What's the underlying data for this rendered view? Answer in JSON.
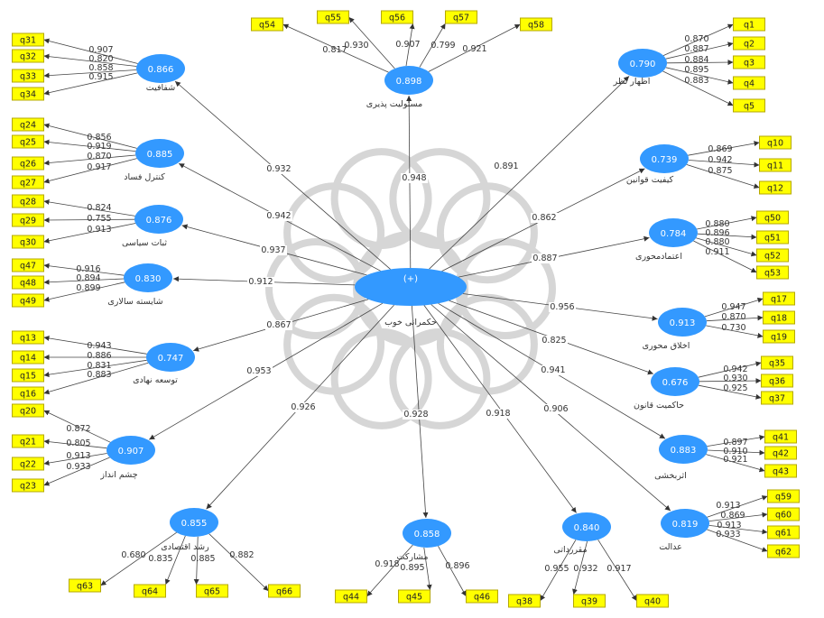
{
  "center": {
    "value": "(+)",
    "label": "حکمرانی خوب"
  },
  "constructs": [
    {
      "id": "c1",
      "value": "0.866",
      "label": "شفافیت",
      "path": "0.932",
      "items": [
        {
          "name": "q31",
          "loading": "0.907"
        },
        {
          "name": "q32",
          "loading": "0.820"
        },
        {
          "name": "q33",
          "loading": "0.858"
        },
        {
          "name": "q34",
          "loading": "0.915"
        }
      ]
    },
    {
      "id": "c2",
      "value": "0.885",
      "label": "کنترل فساد",
      "path": "0.942",
      "items": [
        {
          "name": "q24",
          "loading": "0.856"
        },
        {
          "name": "q25",
          "loading": "0.919"
        },
        {
          "name": "q26",
          "loading": "0.870"
        },
        {
          "name": "q27",
          "loading": "0.917"
        }
      ]
    },
    {
      "id": "c3",
      "value": "0.876",
      "label": "ثبات سیاسی",
      "path": "0.937",
      "items": [
        {
          "name": "q28",
          "loading": "0.824"
        },
        {
          "name": "q29",
          "loading": "0.755"
        },
        {
          "name": "q30",
          "loading": "0.913"
        }
      ]
    },
    {
      "id": "c4",
      "value": "0.830",
      "label": "شایسته سالاری",
      "path": "0.912",
      "items": [
        {
          "name": "q47",
          "loading": "0.916"
        },
        {
          "name": "q48",
          "loading": "0.894"
        },
        {
          "name": "q49",
          "loading": "0.899"
        }
      ]
    },
    {
      "id": "c5",
      "value": "0.747",
      "label": "توسعه نهادی",
      "path": "0.867",
      "items": [
        {
          "name": "q13",
          "loading": "0.943"
        },
        {
          "name": "q14",
          "loading": "0.886"
        },
        {
          "name": "q15",
          "loading": "0.831"
        },
        {
          "name": "q16",
          "loading": "0.883"
        }
      ]
    },
    {
      "id": "c6",
      "value": "0.907",
      "label": "چشم انداز",
      "path": "0.953",
      "items": [
        {
          "name": "q20",
          "loading": "0.872"
        },
        {
          "name": "q21",
          "loading": "0.805"
        },
        {
          "name": "q22",
          "loading": "0.913"
        },
        {
          "name": "q23",
          "loading": "0.933"
        }
      ]
    },
    {
      "id": "c7",
      "value": "0.855",
      "label": "رشد اقتصادی",
      "path": "0.926",
      "items": [
        {
          "name": "q63",
          "loading": "0.680"
        },
        {
          "name": "q64",
          "loading": "0.835"
        },
        {
          "name": "q65",
          "loading": "0.885"
        },
        {
          "name": "q66",
          "loading": "0.882"
        }
      ]
    },
    {
      "id": "c8",
      "value": "0.858",
      "label": "مشارکت",
      "path": "0.928",
      "items": [
        {
          "name": "q44",
          "loading": "0.918"
        },
        {
          "name": "q45",
          "loading": "0.895"
        },
        {
          "name": "q46",
          "loading": "0.896"
        }
      ]
    },
    {
      "id": "c9",
      "value": "0.840",
      "label": "مقررداتی",
      "path": "0.918",
      "items": [
        {
          "name": "q38",
          "loading": "0.955"
        },
        {
          "name": "q39",
          "loading": "0.932"
        },
        {
          "name": "q40",
          "loading": "0.917"
        }
      ]
    },
    {
      "id": "c10",
      "value": "0.819",
      "label": "عدالت",
      "path": "0.906",
      "items": [
        {
          "name": "q59",
          "loading": "0.913"
        },
        {
          "name": "q60",
          "loading": "0.869"
        },
        {
          "name": "q61",
          "loading": "0.913"
        },
        {
          "name": "q62",
          "loading": "0.933"
        }
      ]
    },
    {
      "id": "c11",
      "value": "0.883",
      "label": "اثربخشی",
      "path": "0.941",
      "items": [
        {
          "name": "q41",
          "loading": "0.897"
        },
        {
          "name": "q42",
          "loading": "0.910"
        },
        {
          "name": "q43",
          "loading": "0.921"
        }
      ]
    },
    {
      "id": "c12",
      "value": "0.676",
      "label": "حاکمیت قانون",
      "path": "0.825",
      "items": [
        {
          "name": "q35",
          "loading": "0.942"
        },
        {
          "name": "q36",
          "loading": "0.930"
        },
        {
          "name": "q37",
          "loading": "0.925"
        }
      ]
    },
    {
      "id": "c13",
      "value": "0.913",
      "label": "اخلاق محوری",
      "path": "0.956",
      "items": [
        {
          "name": "q17",
          "loading": "0.947"
        },
        {
          "name": "q18",
          "loading": "0.870"
        },
        {
          "name": "q19",
          "loading": "0.730"
        }
      ]
    },
    {
      "id": "c14",
      "value": "0.784",
      "label": "اعتمادمحوری",
      "path": "0.887",
      "items": [
        {
          "name": "q50",
          "loading": "0.880"
        },
        {
          "name": "q51",
          "loading": "0.896"
        },
        {
          "name": "q52",
          "loading": "0.880"
        },
        {
          "name": "q53",
          "loading": "0.911"
        }
      ]
    },
    {
      "id": "c15",
      "value": "0.739",
      "label": "کیفیت قوانین",
      "path": "0.862",
      "items": [
        {
          "name": "q10",
          "loading": "0.869"
        },
        {
          "name": "q11",
          "loading": "0.942"
        },
        {
          "name": "q12",
          "loading": "0.875"
        }
      ]
    },
    {
      "id": "c16",
      "value": "0.790",
      "label": "اظهار نظر",
      "path": "0.891",
      "items": [
        {
          "name": "q1",
          "loading": "0.870"
        },
        {
          "name": "q2",
          "loading": "0.887"
        },
        {
          "name": "q3",
          "loading": "0.884"
        },
        {
          "name": "q4",
          "loading": "0.895"
        },
        {
          "name": "q5",
          "loading": "0.883"
        }
      ]
    },
    {
      "id": "c17",
      "value": "0.898",
      "label": "مسئولیت پذیری",
      "path": "0.948",
      "items": [
        {
          "name": "q54",
          "loading": "0.817"
        },
        {
          "name": "q55",
          "loading": "0.930"
        },
        {
          "name": "q56",
          "loading": "0.907"
        },
        {
          "name": "q57",
          "loading": "0.799"
        },
        {
          "name": "q58",
          "loading": "0.921"
        }
      ]
    }
  ],
  "colors": {
    "latent": "#3399ff",
    "indicator": "#ffff00",
    "line": "#444444"
  }
}
